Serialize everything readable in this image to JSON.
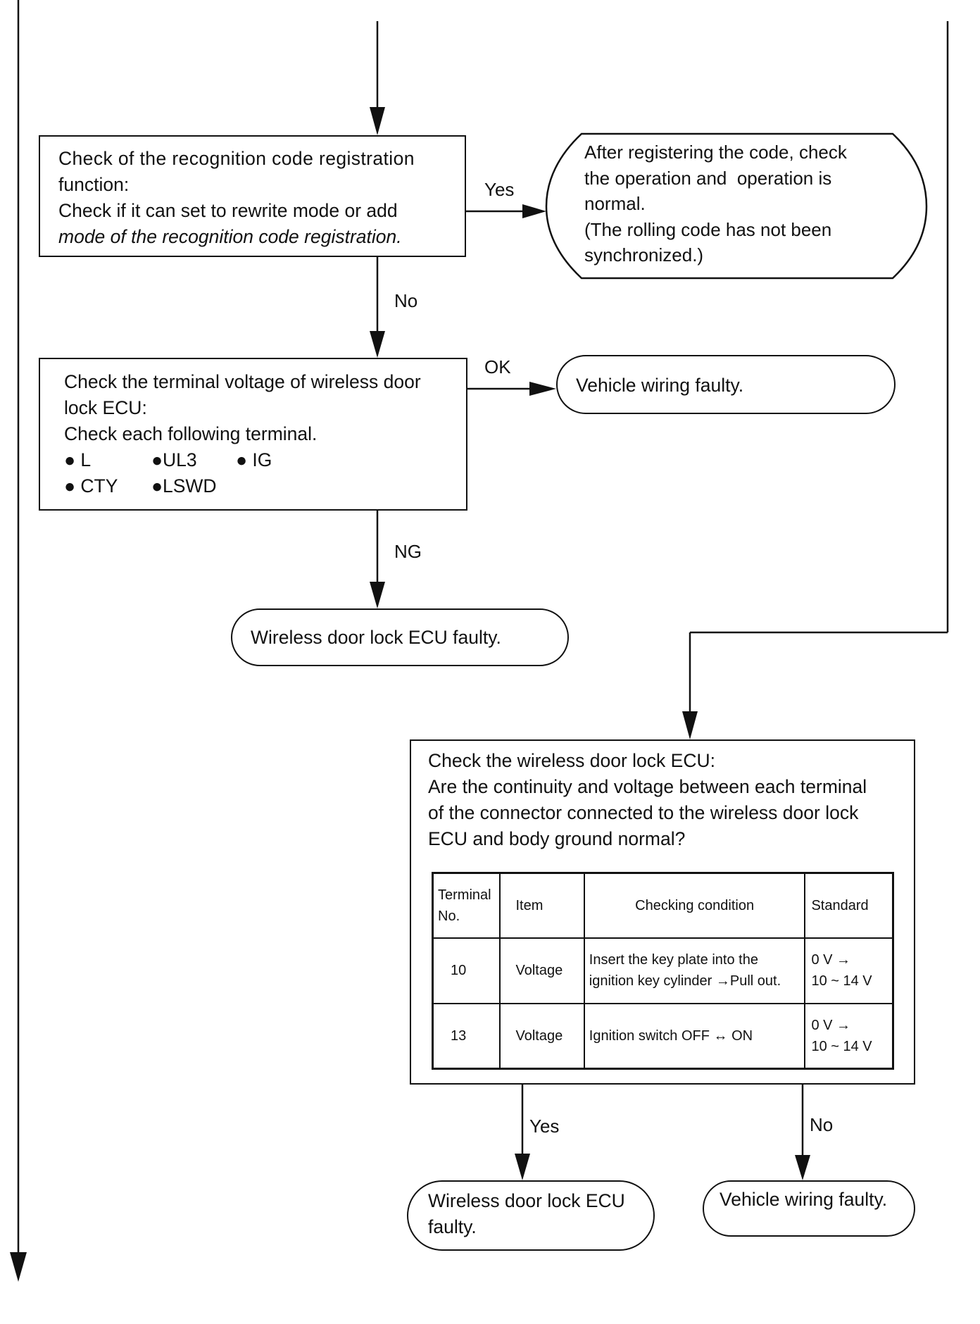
{
  "box_recognition": {
    "line1": "Check of the recognition code registration",
    "line2": "function:",
    "line3": "Check if it can set to rewrite mode or add",
    "line4": "mode of the recognition code registration."
  },
  "label_yes_1": "Yes",
  "label_no_1": "No",
  "result_registered": {
    "line1": "After registering the code, check",
    "line2": "the operation and  operation is",
    "line3": "normal.",
    "line4": "(The rolling code has not been",
    "line5": "synchronized.)"
  },
  "box_terminal": {
    "line1": "Check the terminal voltage of wireless door",
    "line2": "lock ECU:",
    "line3": "Check each following terminal.",
    "bullets": [
      "● L",
      "●UL3",
      "● IG",
      "● CTY",
      "●LSWD"
    ]
  },
  "label_ok": "OK",
  "label_ng": "NG",
  "result_wiring_1": "Vehicle wiring faulty.",
  "result_ecu_1": "Wireless door lock ECU faulty.",
  "box_ecu_check": {
    "line1": "Check the wireless door lock ECU:",
    "line2": "Are the continuity and voltage between each terminal",
    "line3": "of the connector connected to the wireless door lock",
    "line4": "ECU and body ground normal?"
  },
  "spec_table": {
    "headers": {
      "terminal_line1": "Terminal",
      "terminal_line2": "No.",
      "item": "Item",
      "condition": "Checking condition",
      "standard": "Standard"
    },
    "rows": [
      {
        "terminal": "10",
        "item": "Voltage",
        "condition_line1": "Insert the key plate into the",
        "condition_line2": "ignition key cylinder →Pull out.",
        "standard_line1": "0 V →",
        "standard_line2": "10 ~ 14 V"
      },
      {
        "terminal": "13",
        "item": "Voltage",
        "condition_line1": "Ignition switch OFF ↔ ON",
        "standard_line1": "0 V →",
        "standard_line2": "10 ~ 14 V"
      }
    ]
  },
  "label_yes_2": "Yes",
  "label_no_2": "No",
  "result_ecu_2": {
    "line1": "Wireless door lock ECU",
    "line2": "faulty."
  },
  "result_wiring_2": "Vehicle wiring faulty."
}
